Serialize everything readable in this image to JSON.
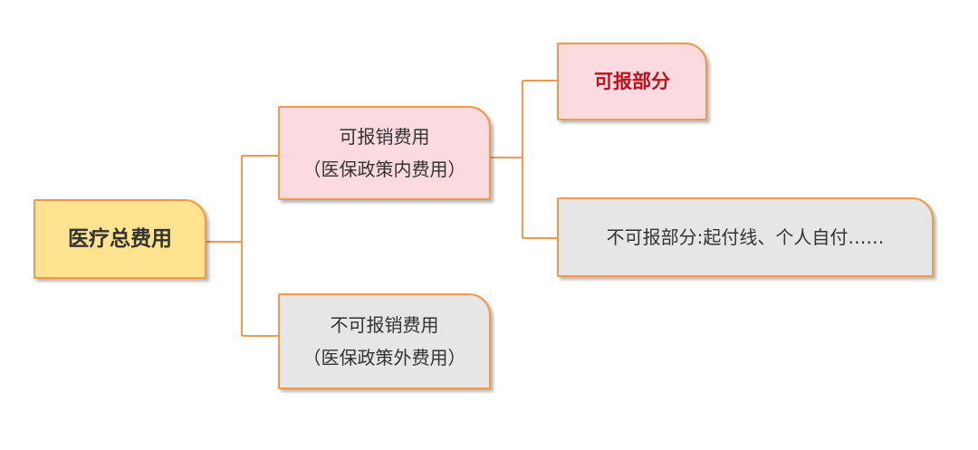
{
  "root": {
    "label": "医疗总费用"
  },
  "reimbursable": {
    "line1": "可报销费用",
    "line2": "（医保政策内费用）"
  },
  "non_reimbursable": {
    "line1": "不可报销费用",
    "line2": "（医保政策外费用）"
  },
  "reimbursable_part": {
    "label": "可报部分"
  },
  "non_reimbursable_part": {
    "label": "不可报部分:起付线、个人自付……"
  },
  "colors": {
    "connector": "#ee9a4c",
    "root_fill": "#ffe38f",
    "pink_fill": "#fcdbe0",
    "gray_fill": "#e6e6e6",
    "highlight_text": "#c0101a"
  }
}
